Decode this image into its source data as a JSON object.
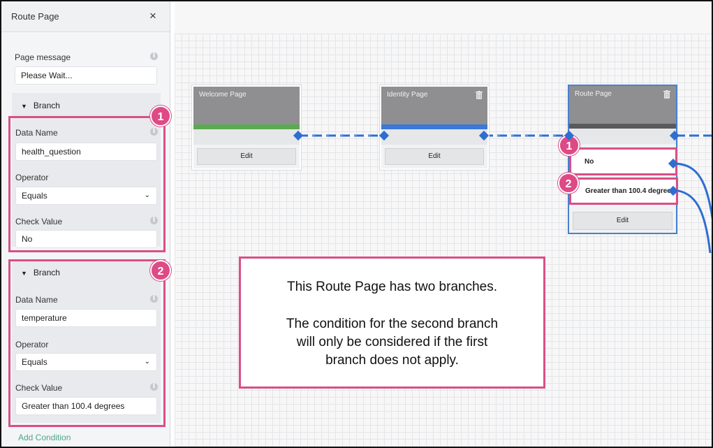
{
  "panel": {
    "title": "Route Page",
    "close_icon": "×",
    "page_message_label": "Page message",
    "page_message_value": "Please Wait...",
    "add_condition": "Add Condition"
  },
  "branches": [
    {
      "header": "Branch",
      "badge": "1",
      "data_name_label": "Data Name",
      "data_name_value": "health_question",
      "operator_label": "Operator",
      "operator_value": "Equals",
      "check_value_label": "Check Value",
      "check_value_value": "No"
    },
    {
      "header": "Branch",
      "badge": "2",
      "data_name_label": "Data Name",
      "data_name_value": "temperature",
      "operator_label": "Operator",
      "operator_value": "Equals",
      "check_value_label": "Check Value",
      "check_value_value": "Greater than 100.4 degrees"
    }
  ],
  "canvas": {
    "nodes": [
      {
        "title": "Welcome Page",
        "edit_label": "Edit",
        "bar_color": "#5aaa4f"
      },
      {
        "title": "Identity Page",
        "edit_label": "Edit",
        "bar_color": "#3b78d8"
      },
      {
        "title": "Route Page",
        "edit_label": "Edit",
        "bar_color": "#5a5a5c"
      }
    ],
    "conditions": [
      {
        "label": "No",
        "badge": "1"
      },
      {
        "label": "Greater than 100.4 degrees",
        "badge": "2"
      }
    ],
    "connector_color": "#2e6ed0"
  },
  "note": {
    "line1": "This Route Page has two branches.",
    "line2": "The condition for the second branch",
    "line3": "will only be considered if the first",
    "line4": "branch does not apply."
  },
  "colors": {
    "highlight": "#d94f86",
    "accent_link": "#4aa58c"
  }
}
